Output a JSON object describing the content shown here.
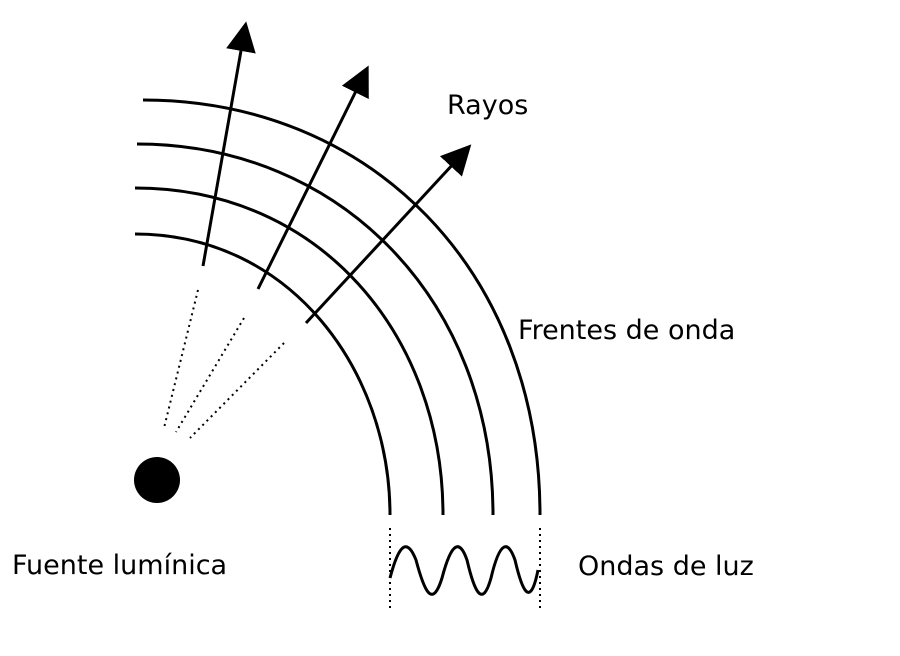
{
  "labels": {
    "rays": "Rayos",
    "wavefronts": "Frentes de onda",
    "source": "Fuente lumínica",
    "light_waves": "Ondas de luz"
  },
  "colors": {
    "ink": "#000000",
    "background": "#ffffff"
  }
}
